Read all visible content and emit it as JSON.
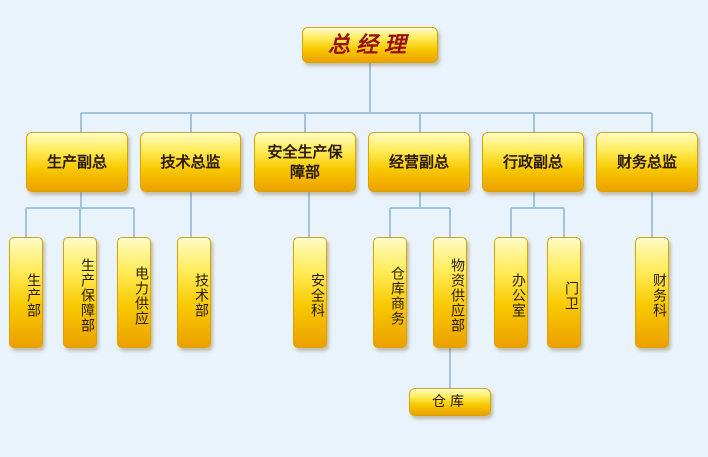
{
  "chart": {
    "ceo": "总经理",
    "divisions": [
      {
        "label": "生产副总"
      },
      {
        "label": "技术总监"
      },
      {
        "label": "安全生产保障部"
      },
      {
        "label": "经营副总"
      },
      {
        "label": "行政副总"
      },
      {
        "label": "财务总监"
      }
    ],
    "departments": [
      "生产部",
      "生产保障部",
      "电力供应",
      "技术部",
      "安全科",
      "仓库商务",
      "物资供应部",
      "办公室",
      "门卫",
      "财务科"
    ],
    "sub_unit": "仓库"
  }
}
